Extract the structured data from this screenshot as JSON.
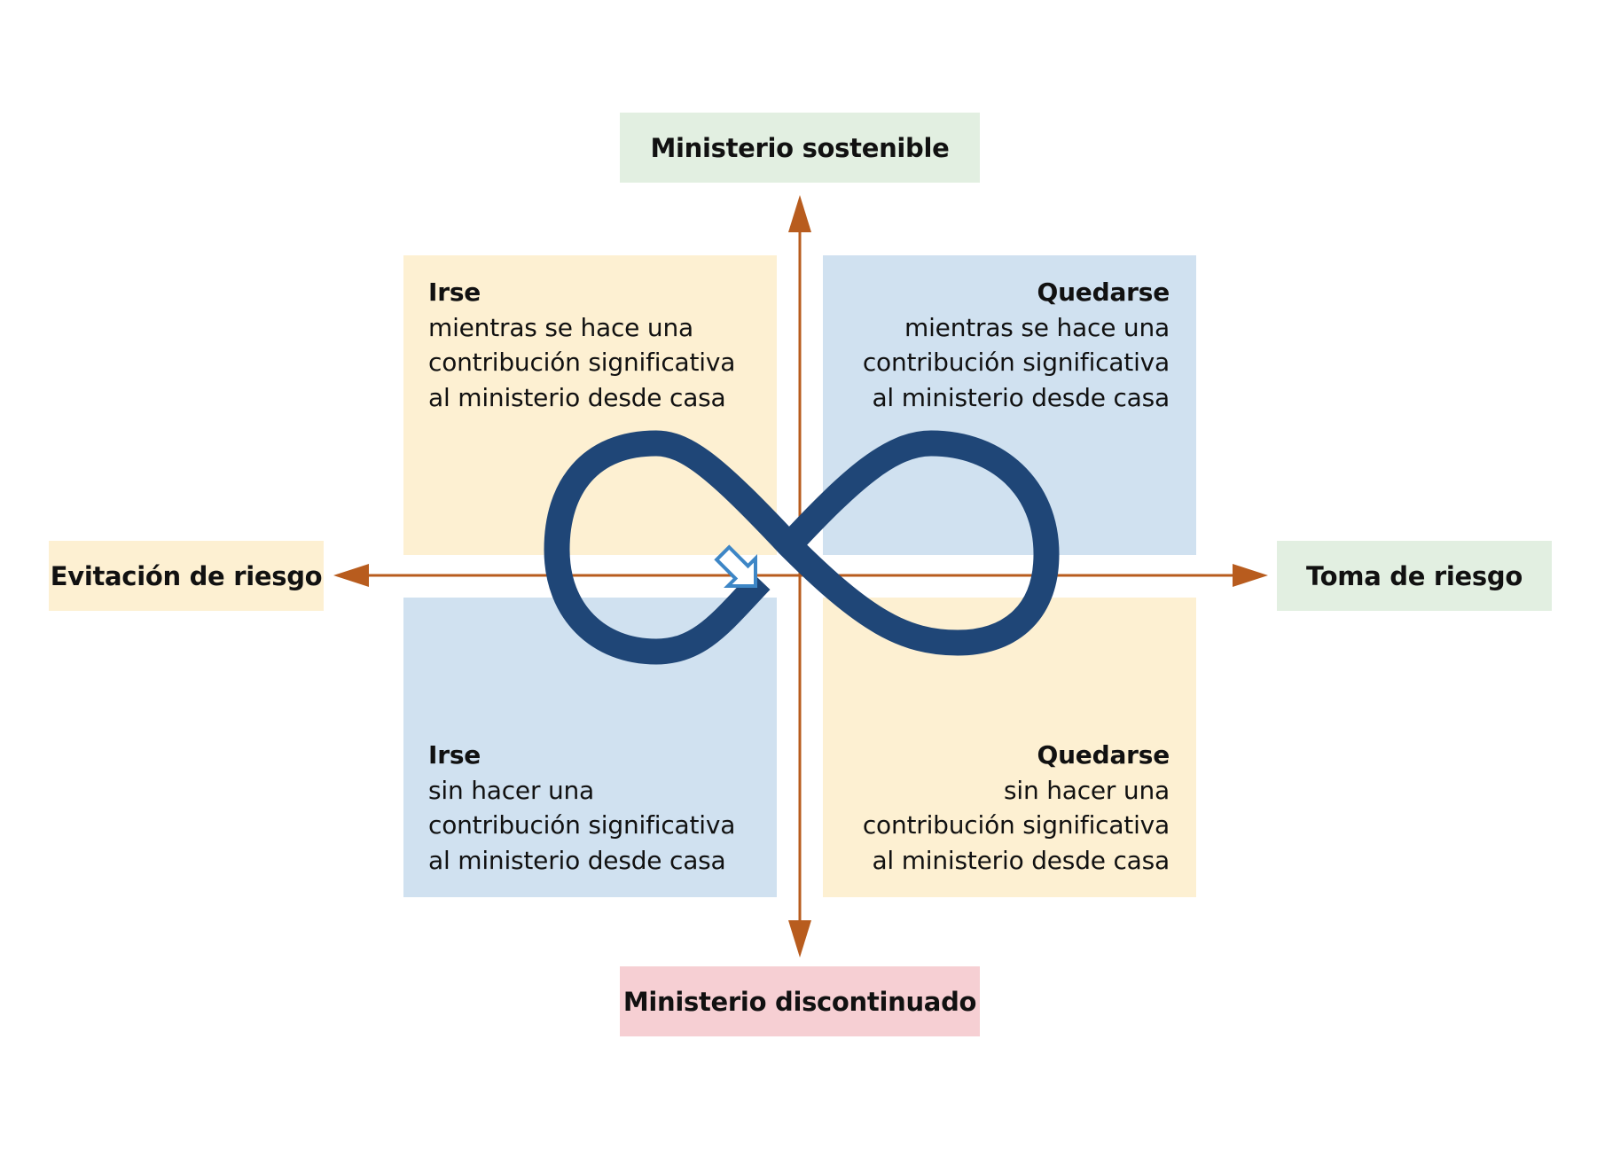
{
  "axes": {
    "top": "Ministerio sostenible",
    "bottom": "Ministerio discontinuado",
    "left": "Evitación de riesgo",
    "right": "Toma de riesgo"
  },
  "quadrants": {
    "top_left": {
      "title": "Irse",
      "lines": [
        "mientras se hace una",
        "contribución significativa",
        "al ministerio desde casa"
      ]
    },
    "top_right": {
      "title": "Quedarse",
      "lines": [
        "mientras se hace una",
        "contribución significativa",
        "al ministerio desde casa"
      ]
    },
    "bottom_left": {
      "title": "Irse",
      "lines": [
        "sin hacer una",
        "contribución significativa",
        "al ministerio desde casa"
      ]
    },
    "bottom_right": {
      "title": "Quedarse",
      "lines": [
        "sin hacer una",
        "contribución significativa",
        "al ministerio desde casa"
      ]
    }
  },
  "icons": {
    "infinity": "infinity-loop-icon",
    "pointer": "arrow-pointer-icon"
  },
  "colors": {
    "axis_arrow": "#B85C1E",
    "infinity_stroke": "#1F4677",
    "yellow_box": "#FDF0D2",
    "blue_box": "#D0E1F0",
    "green_box": "#E2EFE1",
    "pink_box": "#F6CFD3",
    "pointer_stroke": "#3D86C6"
  }
}
